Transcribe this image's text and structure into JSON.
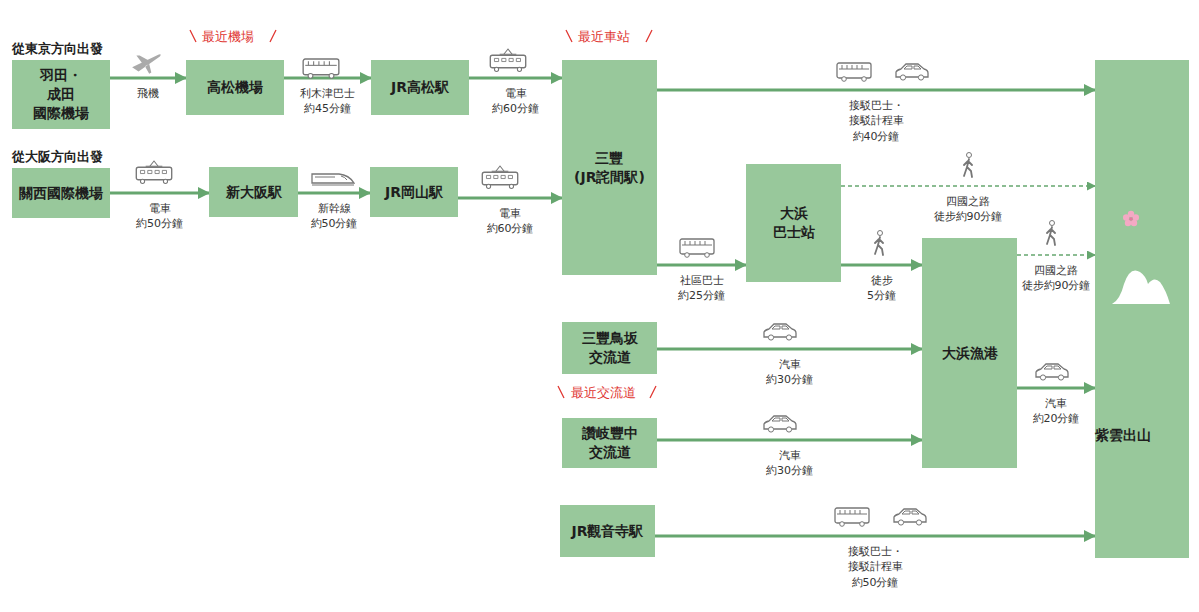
{
  "diagram": {
    "nodes": [
      {
        "text": [
          "羽田・成田 國際機場"
        ]
      },
      {
        "text": [
          "高松機場"
        ]
      },
      {
        "text": [
          "JR高松駅"
        ]
      },
      {
        "text": [
          "三豐 (JR詫間駅)"
        ]
      },
      {
        "text": [
          "關西國際機場"
        ]
      },
      {
        "text": [
          "新大阪駅"
        ]
      },
      {
        "text": [
          "JR岡山駅"
        ]
      },
      {
        "text": [
          "大浜 巴士站"
        ]
      },
      {
        "text": [
          "三豐鳥坂 交流道"
        ]
      },
      {
        "text": [
          "讚岐豐中 交流道"
        ]
      },
      {
        "text": [
          "大浜漁港"
        ]
      },
      {
        "text": [
          "JR觀音寺駅"
        ]
      },
      {
        "text": [
          "紫雲出山"
        ]
      }
    ],
    "edges": [
      {
        "from": 0,
        "to": 1,
        "arrow": "to",
        "label": "飛機"
      },
      {
        "from": 1,
        "to": 2,
        "arrow": "to",
        "label": "利木津巴士 約45分鐘"
      },
      {
        "from": 2,
        "to": 3,
        "arrow": "to",
        "label": "電車 約60分鐘"
      },
      {
        "from": 4,
        "to": 5,
        "arrow": "to",
        "label": "電車 約50分鐘"
      },
      {
        "from": 5,
        "to": 6,
        "arrow": "to",
        "label": "新幹線 約50分鐘"
      },
      {
        "from": 6,
        "to": 3,
        "arrow": "to",
        "label": "電車 約60分鐘"
      },
      {
        "from": 3,
        "to": 12,
        "arrow": "to",
        "label": "接駁巴士・接駁計程車 約40分鐘"
      },
      {
        "from": 3,
        "to": 7,
        "arrow": "to",
        "label": "社區巴士 約25分鐘"
      },
      {
        "from": 7,
        "to": 12,
        "arrow": "to",
        "label": "四國之路 徒步約90分鐘"
      },
      {
        "from": 7,
        "to": 10,
        "arrow": "to",
        "label": "徒步 5分鐘"
      },
      {
        "from": 10,
        "to": 12,
        "arrow": "to",
        "label": "四國之路 徒步約90分鐘"
      },
      {
        "from": 10,
        "to": 12,
        "arrow": "to",
        "label": "汽車 約20分鐘"
      },
      {
        "from": 8,
        "to": 10,
        "arrow": "to",
        "label": "汽車 約30分鐘"
      },
      {
        "from": 9,
        "to": 10,
        "arrow": "to",
        "label": "汽車 約30分鐘"
      },
      {
        "from": 11,
        "to": 12,
        "arrow": "to",
        "label": "接駁巴士・接駁計程車 約50分鐘"
      }
    ],
    "labels": [
      "從東京方向出發",
      "從大阪方向出發",
      "最近機場",
      "最近車站",
      "最近交流道"
    ]
  }
}
